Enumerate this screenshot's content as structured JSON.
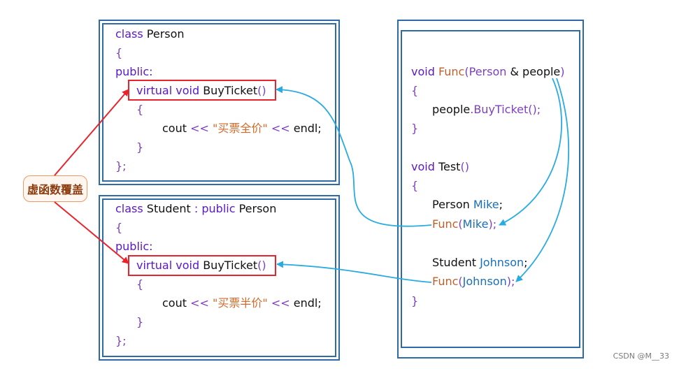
{
  "person_block": {
    "l1": {
      "kw": "class",
      "name": " Person"
    },
    "l2": "{",
    "l3": "public:",
    "l4": {
      "kw": "virtual void",
      "name": " BuyTicket",
      "paren": "()"
    },
    "l5": "{",
    "l6": {
      "a": "cout ",
      "op": "<< ",
      "str": "\"买票全价\"",
      "op2": " << ",
      "b": "endl;"
    },
    "l7": "}",
    "l8": "};"
  },
  "student_block": {
    "l1": {
      "kw": "class",
      "name": " Student",
      "colon": " : ",
      "kw2": "public",
      "base": " Person"
    },
    "l2": "{",
    "l3": "public:",
    "l4": {
      "kw": "virtual void",
      "name": " BuyTicket",
      "paren": "()"
    },
    "l5": "{",
    "l6": {
      "a": "cout ",
      "op": "<< ",
      "str": "\"买票半价\"",
      "op2": " << ",
      "b": "endl;"
    },
    "l7": "}",
    "l8": "};"
  },
  "func_block": {
    "l1": {
      "kw": "void",
      "fn": " Func",
      "p1": "(",
      "type": "Person",
      "amp": " & ",
      "param": "people",
      "p2": ")"
    },
    "l2": "{",
    "l3": {
      "obj": "people",
      "dot": ".",
      "call": "BuyTicket",
      "rest": "();"
    },
    "l4": "}",
    "l5": {
      "kw": "void",
      "name": " Test",
      "paren": "()"
    },
    "l6": "{",
    "l7": {
      "type": "Person",
      "var": " Mike",
      "semi": ";"
    },
    "l8": {
      "fn": "Func",
      "p1": "(",
      "arg": "Mike",
      "p2": ");"
    },
    "l9": {
      "type": "Student",
      "var": " Johnson",
      "semi": ";"
    },
    "l10": {
      "fn": "Func",
      "p1": "(",
      "arg": "Johnson",
      "p2": ");"
    },
    "l11": "}"
  },
  "callout": {
    "label": "虚函数覆盖"
  },
  "watermark": "CSDN @M__33",
  "colors": {
    "frame": "#2f6aa8",
    "highlight": "#e8232b",
    "arrow": "#29abe2"
  }
}
